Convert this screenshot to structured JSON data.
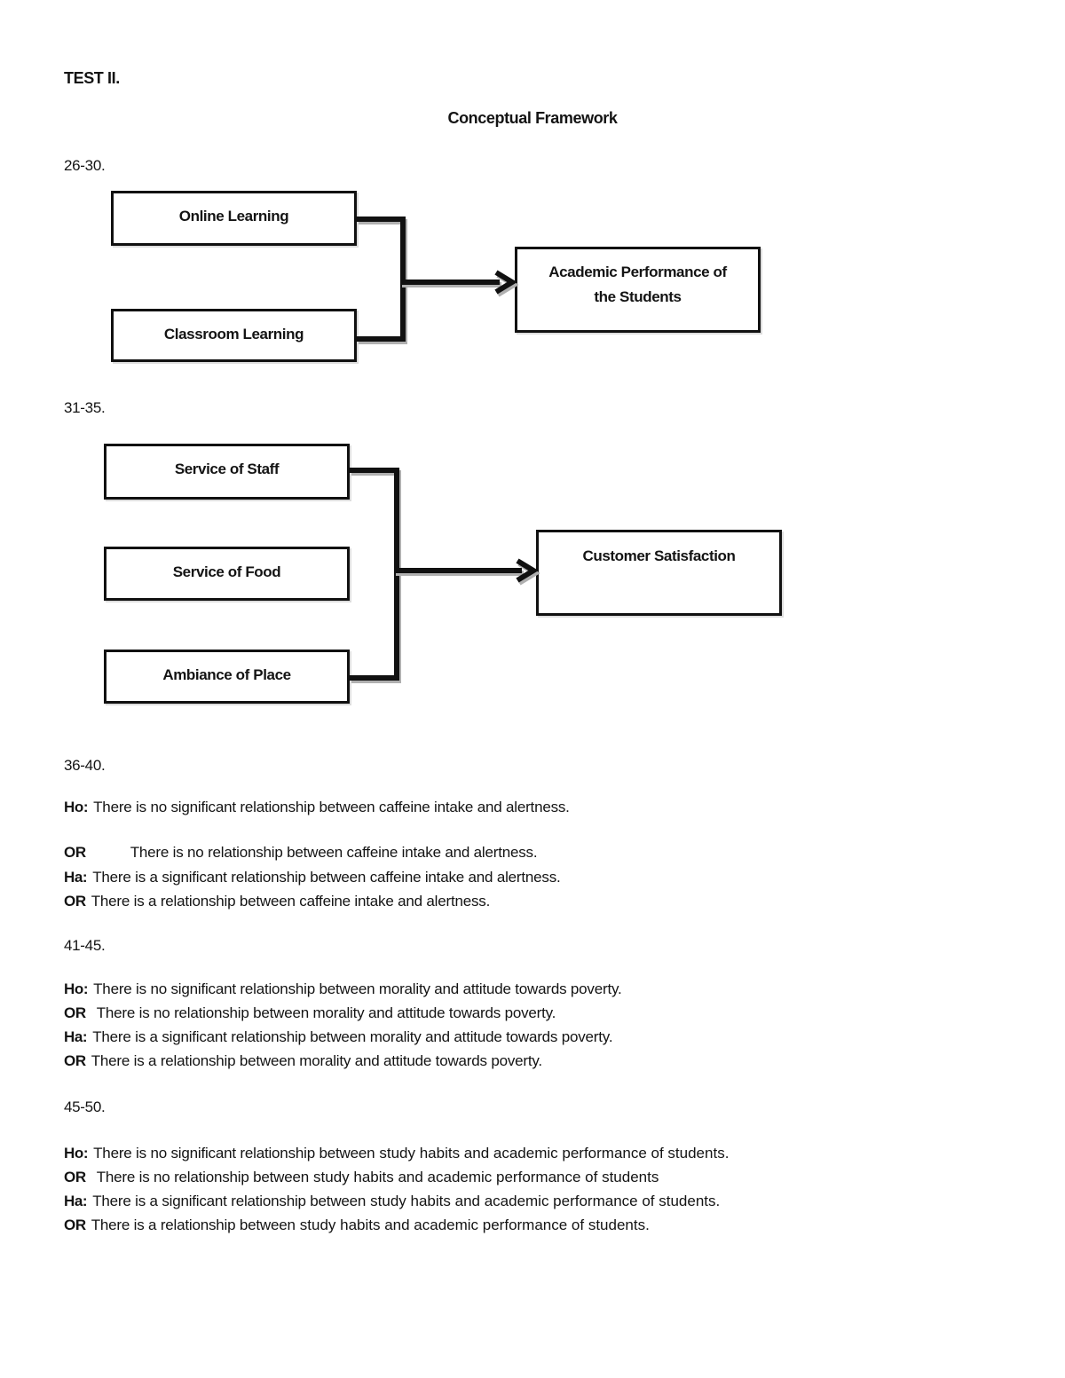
{
  "header": {
    "test_label": "TEST II.",
    "title": "Conceptual Framework"
  },
  "diagrams": [
    {
      "range_label": "26-30.",
      "inputs": [
        "Online Learning",
        "Classroom Learning"
      ],
      "output": "Academic Performance of the Students"
    },
    {
      "range_label": "31-35.",
      "inputs": [
        "Service of Staff",
        "Service of Food",
        "Ambiance of Place"
      ],
      "output": "Customer Satisfaction"
    }
  ],
  "sections": [
    {
      "range_label": "36-40.",
      "lines": [
        {
          "label": "Ho:",
          "body": "There is no significant relationship between caffeine intake and alertness.",
          "tail": ""
        },
        {
          "label": "OR",
          "body": "There is no relationship between caffeine intake and alertness.",
          "tail": ""
        },
        {
          "label": "Ha:",
          "body": "There is a significant relationship between caffeine intake and alertness.",
          "tail": ""
        },
        {
          "label": "OR",
          "body": "There is a relationship between caffeine intake and alertness.",
          "tail": ""
        }
      ]
    },
    {
      "range_label": "41-45.",
      "lines": [
        {
          "label": "Ho:",
          "body": "There is no significant relationship between morality and attitude towards poverty.",
          "tail": ""
        },
        {
          "label": "OR",
          "body": "There is no relationship between morality and attitude towards poverty.",
          "tail": ""
        },
        {
          "label": "Ha:",
          "body": "There is a significant relationship between morality and attitude towards poverty.",
          "tail": ""
        },
        {
          "label": "OR",
          "body": "There is a relationship between morality and attitude towards poverty.",
          "tail": ""
        }
      ]
    },
    {
      "range_label": "45-50.",
      "lines": [
        {
          "label": "Ho:",
          "body": "There is no significant relationship between",
          "tail": "study habits and academic performance of students."
        },
        {
          "label": "OR",
          "body": "There is no relationship between",
          "tail": "study habits and academic performance of students"
        },
        {
          "label": "Ha:",
          "body": "There is a significant relationship between",
          "tail": "study habits and academic performance of students."
        },
        {
          "label": "OR",
          "body": "There is a relationship between",
          "tail": "study habits and academic performance of students."
        }
      ]
    }
  ],
  "colors": {
    "ink": "#141414",
    "box_border": "#111111",
    "connector_shadow": "#b0b0b0",
    "background": "#ffffff"
  }
}
